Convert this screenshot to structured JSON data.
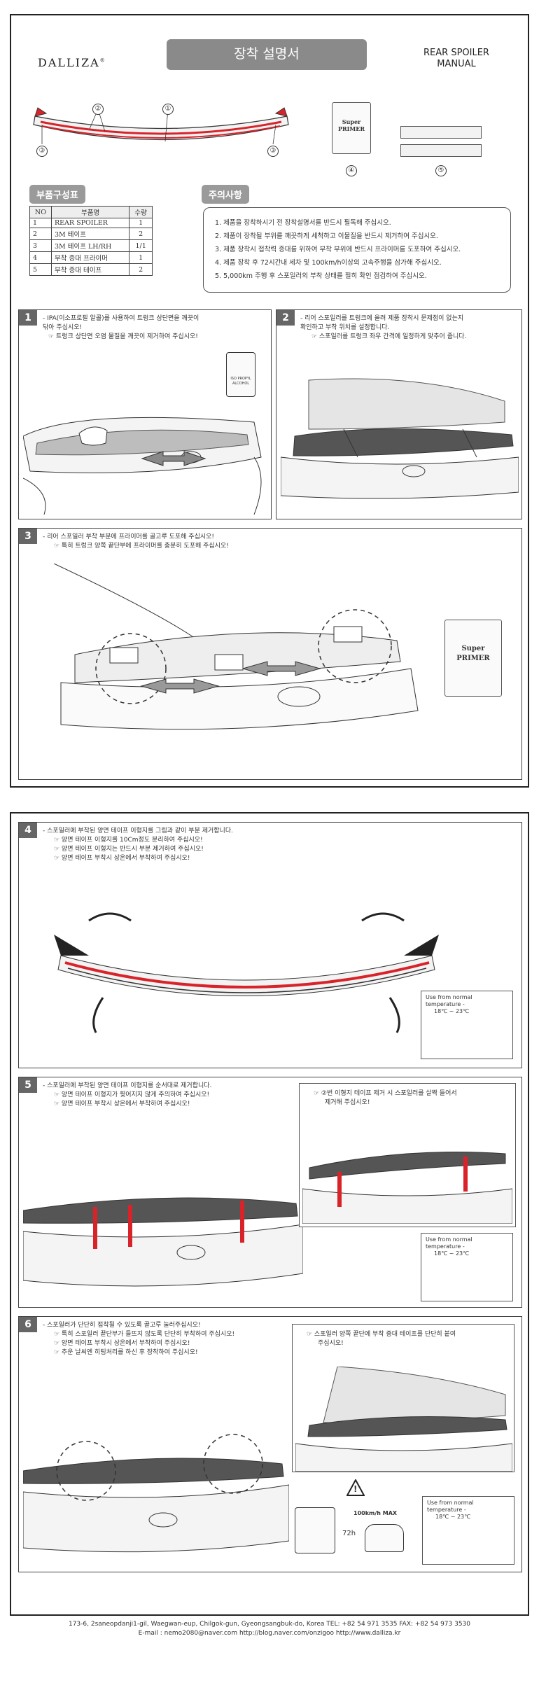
{
  "header": {
    "brand": "DALLIZA",
    "registered": "®",
    "title": "장착 설명서",
    "manual_line1": "REAR SPOILER",
    "manual_line2": "MANUAL"
  },
  "callouts": {
    "c1": "①",
    "c2": "②",
    "c3": "③",
    "c4": "④",
    "c5": "⑤"
  },
  "primer_label": {
    "line1": "Super",
    "line2": "PRIMER"
  },
  "parts": {
    "heading": "부품구성표",
    "columns": [
      "NO",
      "부품명",
      "수량"
    ],
    "rows": [
      [
        "1",
        "REAR SPOILER",
        "1"
      ],
      [
        "2",
        "3M 테이프",
        "2"
      ],
      [
        "3",
        "3M 테이프 LH/RH",
        "1/1"
      ],
      [
        "4",
        "부착 증대 프라이머",
        "1"
      ],
      [
        "5",
        "부착 증대 테이프",
        "2"
      ]
    ]
  },
  "caution": {
    "heading": "주의사항",
    "items": [
      "1. 제품을 장착하시기 전 장착설명서를 반드시 필독해 주십시오.",
      "2. 제품이 장착될 부위를 깨끗하게 세척하고 이물질을 반드시 제거하여 주십시오.",
      "3. 제품 장착시 접착력 증대를 위하여 부착 부위에 반드시 프라이머를 도포하여 주십시오.",
      "4. 제품 장착 후 72시간내 세차 및 100km/h이상의 고속주행을 삼가해 주십시오.",
      "5. 5,000km 주행 후 스포일러의 부착 상태를 필히 확인 점검하여 주십시오."
    ]
  },
  "steps": {
    "s1": {
      "num": "1",
      "lines": [
        "- IPA(이소프로필 알콜)를 사용하여 트렁크 상단면을 깨끗이",
        "  닦아 주십시오!",
        "☞ 트렁크 상단면 오염 물질을 깨끗이 제거하여 주십시오!"
      ],
      "bottle_line1": "ISO PROPYL",
      "bottle_line2": "ALCOHOL"
    },
    "s2": {
      "num": "2",
      "lines": [
        "- 리어 스포일러를 트렁크에 올려 제품 장착시 문제점이 없는지",
        "  확인하고 부착 위치를 설정합니다.",
        "☞ 스포일러를 트렁크 좌우 간격에 일정하게 맞추어 줍니다."
      ]
    },
    "s3": {
      "num": "3",
      "lines": [
        "- 리어 스포일러 부착 부분에 프라이머를 골고루 도포해 주십시오!",
        "☞ 특히 트렁크 양쪽 끝단부에  프라이머를 충분히 도포해 주십시오!"
      ]
    },
    "s4": {
      "num": "4",
      "lines": [
        "- 스포일러에 부착된 양면 테이프 이형지를 그림과 같이 부분 제거합니다.",
        "☞ 양면 테이프 이형지를 10Cm정도 분리하여 주십시오!",
        "☞ 양면 테이프 이형지는 반드시 부분 제거하여 주십시오!",
        "☞ 양면 테이프 부착시 상온에서 부착하여 주십시오!"
      ]
    },
    "s5": {
      "num": "5",
      "lines": [
        "- 스포일러에 부착된 양면 테이프 이형지를 순서대로 제거합니다.",
        "☞ 양면 테이프 이형지가 찢어지지 않게 주의하여 주십시오!",
        "☞ 양면 테이프 부착시 상온에서 부착하여 주십시오!"
      ],
      "inset_lines": [
        "☞ ②번 이형지 테이프 제거 시 스포일러를 살짝 들어서",
        "제거해 주십시오!"
      ]
    },
    "s6": {
      "num": "6",
      "lines": [
        "- 스포일러가 단단히 접착될 수 있도록 골고루 눌러주십시오!",
        "☞ 특히 스포일러 끝단부가 들뜨지 않도록 단단히 부착하여 주십시오!",
        "☞ 양면 테이프 부착시 상온에서 부착하여 주십시오!",
        "☞ 추운 날씨엔 히팅처리를 하신 후 장착하여 주십시오!"
      ],
      "inset_lines": [
        "☞ 스포일러 양쪽 끝단에 부착 증대 테이프를 단단히 붙여",
        "주십시오!"
      ]
    }
  },
  "temperature_note": {
    "line1": "Use from normal",
    "line2": "temperature -",
    "line3": "18℃ ~ 23℃"
  },
  "warning": {
    "mark": "!",
    "speed": "100km/h MAX",
    "hours": "72h"
  },
  "footer": {
    "line1": "173-6, 2saneopdanji1-gil, Waegwan-eup, Chilgok-gun, Gyeongsangbuk-do, Korea  TEL: +82 54 971 3535  FAX: +82 54 973 3530",
    "line2": "E-mail : nemo2080@naver.com   http://blog.naver.com/onzigoo   http://www.dalliza.kr"
  },
  "colors": {
    "accent_red": "#d8232a",
    "panel_grey": "#8a8a8a",
    "line": "#444444"
  }
}
